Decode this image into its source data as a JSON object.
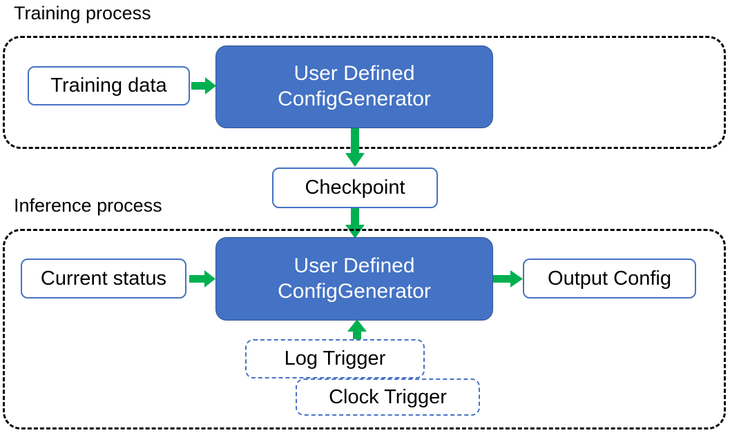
{
  "diagram": {
    "title_training": "Training process",
    "title_inference": "Inference process",
    "colors": {
      "process_fill": "#4472C4",
      "process_stroke": "#2F528F",
      "box_stroke": "#4472C4",
      "arrow": "#00B050",
      "container_stroke": "#000000",
      "text_dark": "#000000",
      "text_light": "#FFFFFF"
    },
    "nodes": {
      "training_data": "Training data",
      "train_generator_line1": "User Defined",
      "train_generator_line2": "ConfigGenerator",
      "checkpoint": "Checkpoint",
      "current_status": "Current status",
      "infer_generator_line1": "User Defined",
      "infer_generator_line2": "ConfigGenerator",
      "output_config": "Output Config",
      "log_trigger": "Log Trigger",
      "clock_trigger": "Clock Trigger"
    },
    "edges": [
      {
        "name": "training-data-to-generator",
        "from": "Training data",
        "to": "User Defined ConfigGenerator",
        "direction": "right"
      },
      {
        "name": "generator-to-checkpoint",
        "from": "User Defined ConfigGenerator",
        "to": "Checkpoint",
        "direction": "down"
      },
      {
        "name": "checkpoint-to-inference-generator",
        "from": "Checkpoint",
        "to": "User Defined ConfigGenerator",
        "direction": "down"
      },
      {
        "name": "current-status-to-generator",
        "from": "Current status",
        "to": "User Defined ConfigGenerator",
        "direction": "right"
      },
      {
        "name": "generator-to-output-config",
        "from": "User Defined ConfigGenerator",
        "to": "Output Config",
        "direction": "right"
      },
      {
        "name": "triggers-to-generator",
        "from": "Log Trigger / Clock Trigger",
        "to": "User Defined ConfigGenerator",
        "direction": "up"
      }
    ]
  }
}
